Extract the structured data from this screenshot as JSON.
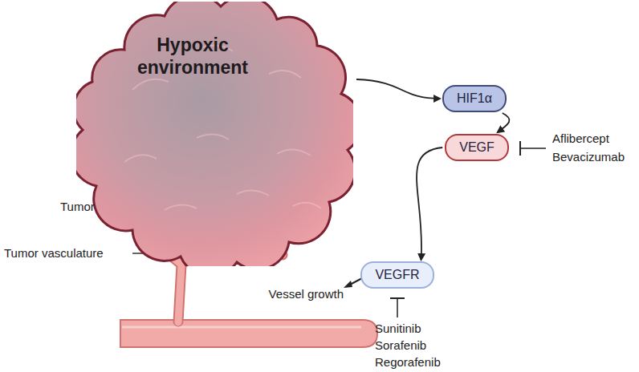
{
  "diagram": {
    "nodes": [
      {
        "text": [
          "Hypoxic environment"
        ]
      },
      {
        "text": [
          "HIF1α"
        ]
      },
      {
        "text": [
          "VEGF"
        ]
      },
      {
        "text": [
          "VEGFR"
        ]
      }
    ],
    "edges": [
      {
        "from": 0,
        "to": 1,
        "arrow": "to"
      },
      {
        "from": 1,
        "to": 2,
        "arrow": "to"
      },
      {
        "from": 2,
        "to": 3,
        "arrow": "to"
      }
    ],
    "labels": [
      "Tumor",
      "Tumor vasculature",
      "Vessel growth",
      "Aflibercept",
      "Bevacizumab",
      "Sunitinib",
      "Sorafenib",
      "Regorafenib"
    ]
  }
}
